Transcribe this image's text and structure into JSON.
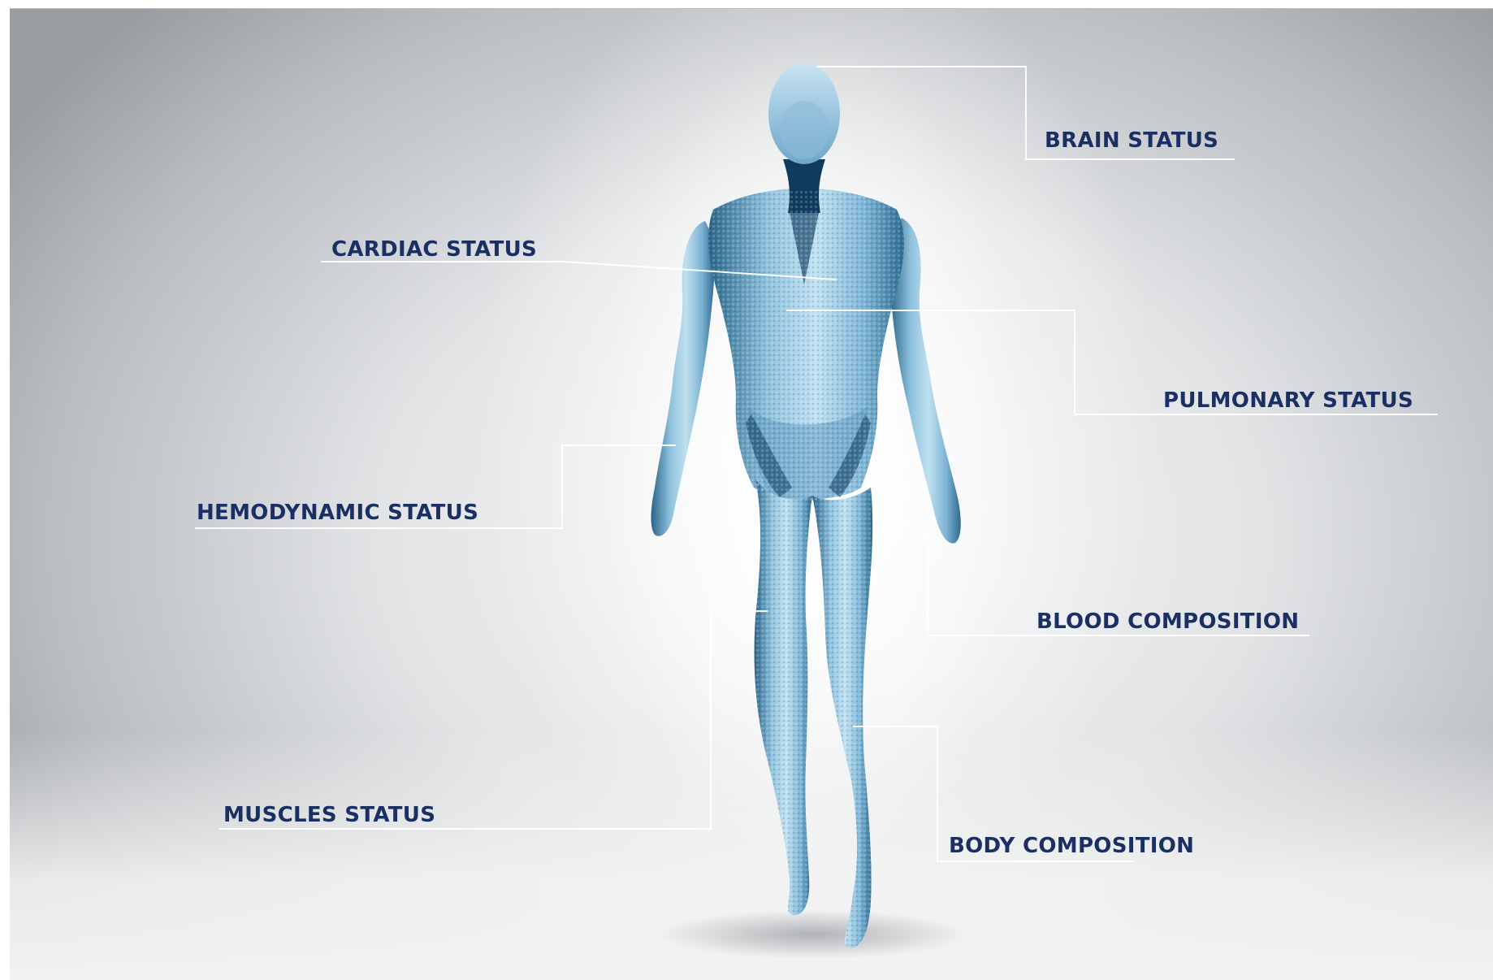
{
  "diagram": {
    "labels": {
      "brain": "BRAIN STATUS",
      "cardiac": "CARDIAC STATUS",
      "pulmonary": "PULMONARY STATUS",
      "hemodynamic": "HEMODYNAMIC STATUS",
      "blood": "BLOOD COMPOSITION",
      "muscles": "MUSCLES STATUS",
      "body": "BODY COMPOSITION"
    },
    "colors": {
      "label_text": "#1a2f63",
      "leader_line": "#ffffff",
      "figure_light": "#a8d0e8",
      "figure_dark": "#1d4f73"
    }
  }
}
